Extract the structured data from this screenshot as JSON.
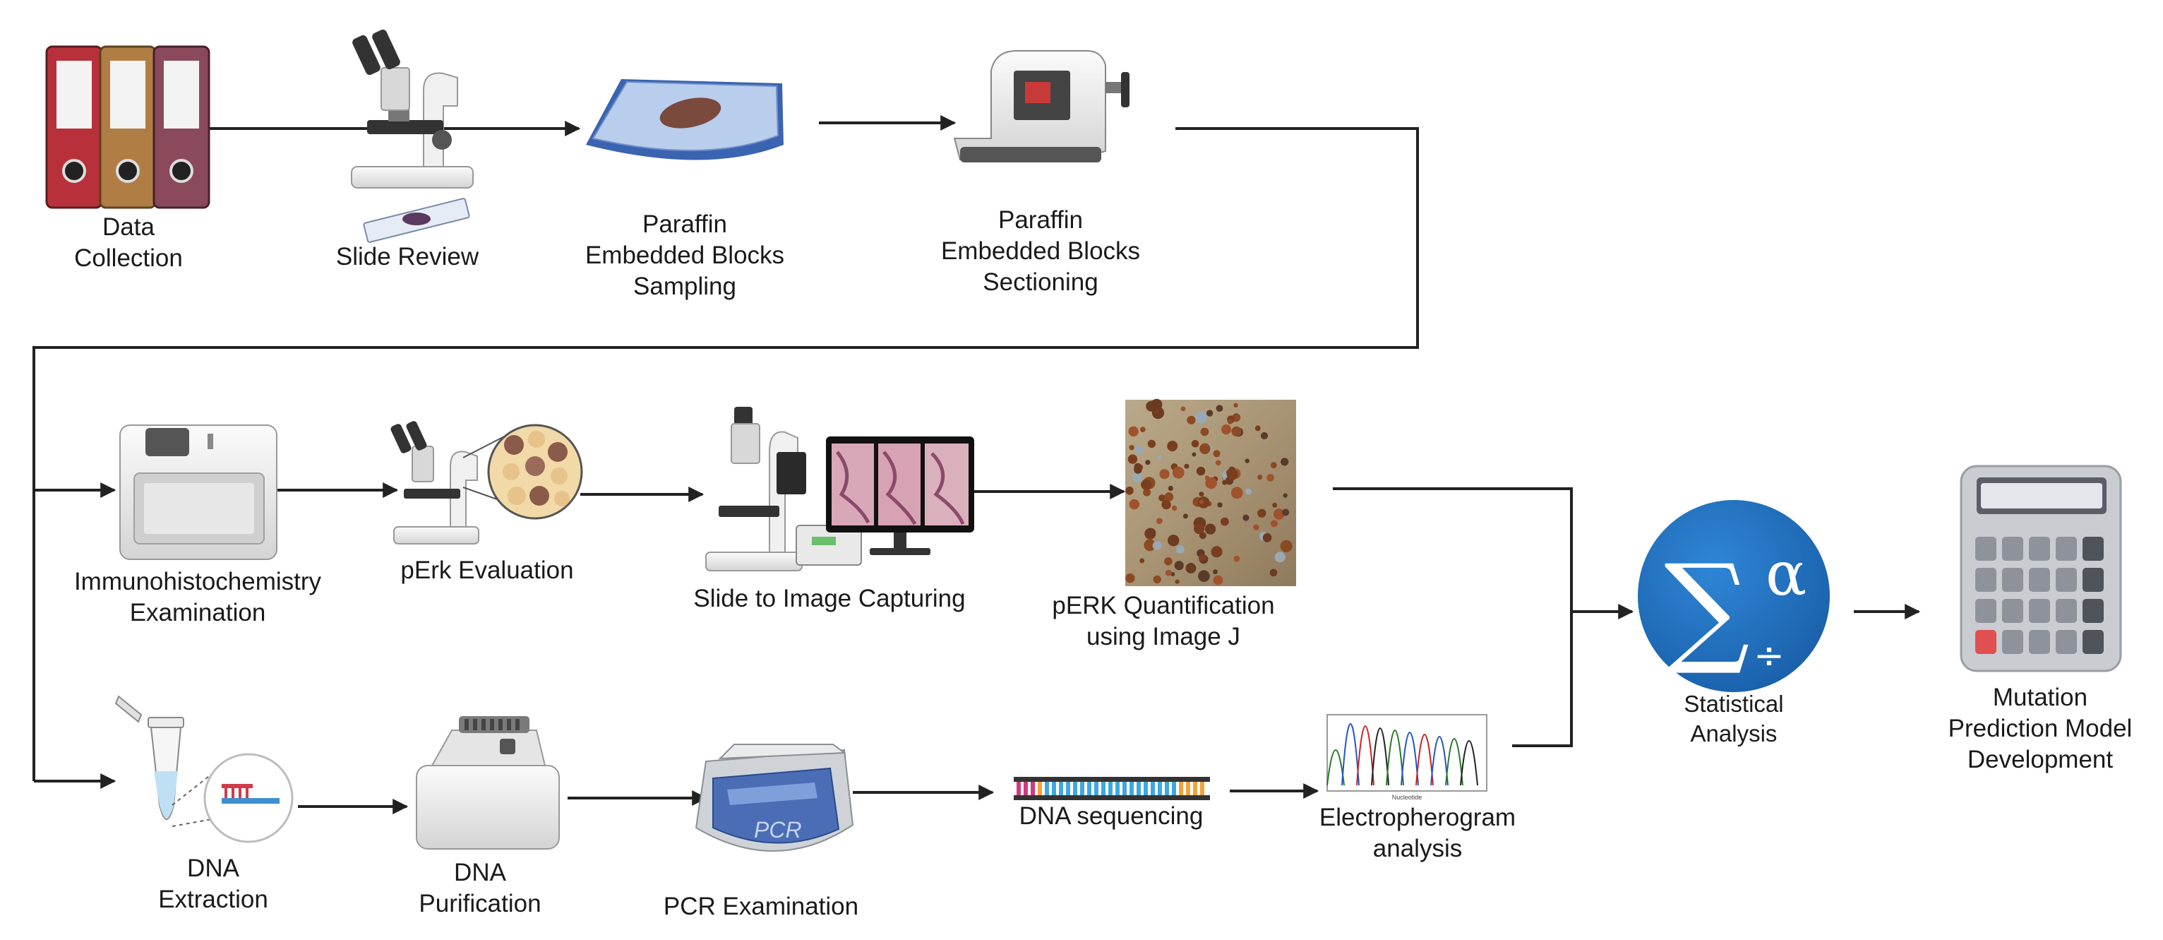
{
  "steps": {
    "data_collection": {
      "lines": [
        "Data",
        "Collection"
      ],
      "icon": "binders-icon"
    },
    "slide_review": {
      "lines": [
        "Slide Review"
      ],
      "icon": "microscope-icon"
    },
    "paraffin_sampling": {
      "lines": [
        "Paraffin",
        "Embedded Blocks",
        "Sampling"
      ],
      "icon": "paraffin-block-icon"
    },
    "paraffin_sectioning": {
      "lines": [
        "Paraffin",
        "Embedded Blocks",
        "Sectioning"
      ],
      "icon": "microtome-icon"
    },
    "ihc": {
      "lines": [
        "Immunohistochemistry",
        "Examination"
      ],
      "icon": "ihc-stainer-icon"
    },
    "perk_evaluation": {
      "lines": [
        "pErk Evaluation"
      ],
      "icon": "microscope-magnifier-icon"
    },
    "slide_capture": {
      "lines": [
        "Slide to Image Capturing"
      ],
      "icon": "digital-microscope-monitor-icon"
    },
    "perk_quant": {
      "lines": [
        "pERK Quantification",
        "using Image J"
      ],
      "icon": "stained-tissue-image"
    },
    "dna_extraction": {
      "lines": [
        "DNA",
        "Extraction"
      ],
      "icon": "tube-icon"
    },
    "dna_purification": {
      "lines": [
        "DNA",
        "Purification"
      ],
      "icon": "purifier-icon"
    },
    "pcr": {
      "lines": [
        "PCR Examination"
      ],
      "icon": "pcr-machine-icon",
      "device_text": "PCR"
    },
    "dna_seq": {
      "lines": [
        "DNA sequencing"
      ],
      "icon": "dna-strand-icon"
    },
    "electro": {
      "lines": [
        "Electropherogram",
        "analysis"
      ],
      "icon": "chromatogram-icon",
      "axis_text": "Nucleotide"
    },
    "stats": {
      "lines": [
        "Statistical",
        "Analysis"
      ],
      "icon": "sigma-circle-icon",
      "symbols": [
        "∑",
        "α",
        "÷"
      ]
    },
    "mutation": {
      "lines": [
        "Mutation",
        "Prediction Model",
        "Development"
      ],
      "icon": "calculator-icon"
    }
  },
  "colors": {
    "line": "#222222",
    "stats_circle": "#1f6fbf",
    "binder_red": "#b8303a",
    "binder_tan": "#b07e45",
    "binder_plum": "#8a4a5c",
    "paraffin_blue": "#5b86c7",
    "tissue_brown": "#7a4a3c"
  }
}
